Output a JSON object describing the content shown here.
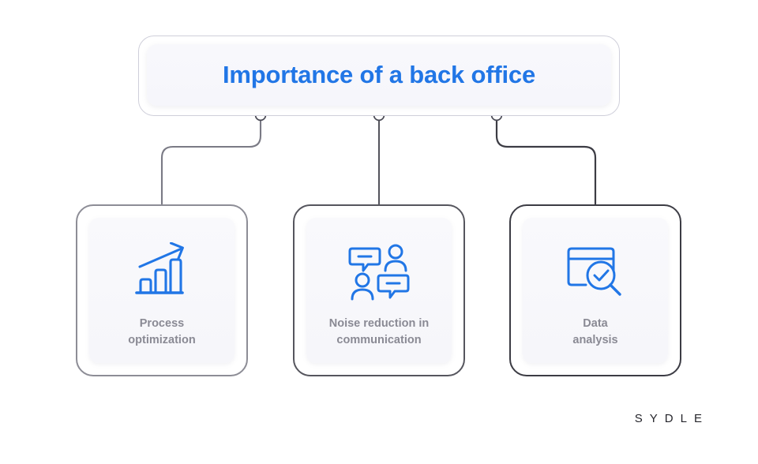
{
  "header": {
    "title": "Importance of a back office",
    "title_color": "#2176e6"
  },
  "nodes": [
    {
      "name": "connector-node-left"
    },
    {
      "name": "connector-node-middle"
    },
    {
      "name": "connector-node-right"
    }
  ],
  "cards": [
    {
      "label": "Process\noptimization",
      "icon": "bar-chart-growth-icon",
      "border_color": "#8d8d96"
    },
    {
      "label": "Noise reduction in\ncommunication",
      "icon": "people-chat-bubbles-icon",
      "border_color": "#56565e"
    },
    {
      "label": "Data\nanalysis",
      "icon": "window-magnifier-check-icon",
      "border_color": "#3c3c44"
    }
  ],
  "brand": {
    "name": "SYDLE"
  },
  "theme": {
    "accent_blue": "#2176e6",
    "label_gray": "#8a8a94",
    "panel_bg": "#f7f7fb",
    "page_bg": "#ffffff",
    "connector_stroke": "#5b5b66"
  }
}
